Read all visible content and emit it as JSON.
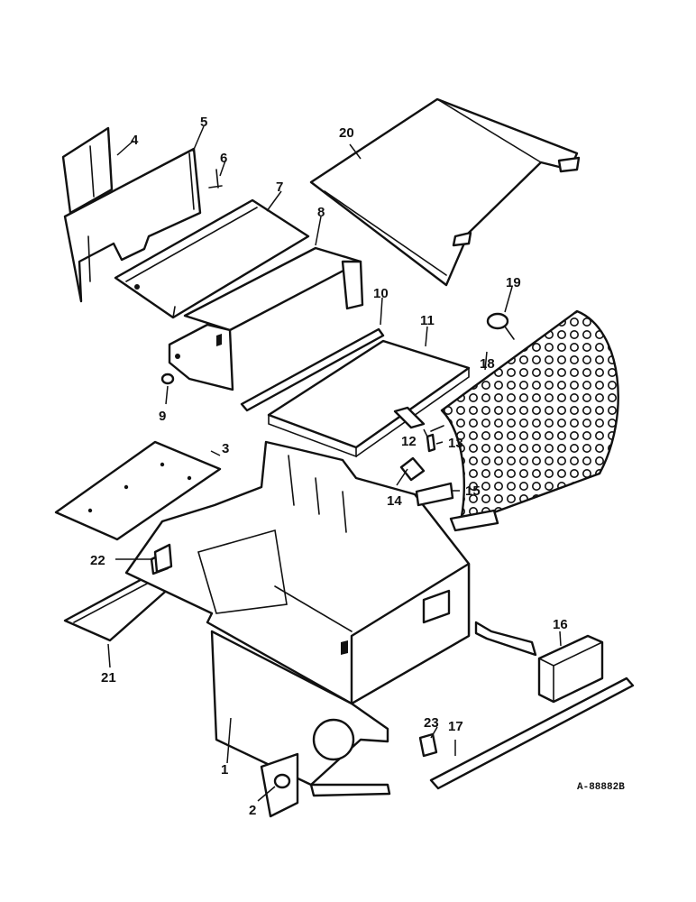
{
  "callouts": [
    "1",
    "2",
    "3",
    "4",
    "5",
    "6",
    "7",
    "8",
    "9",
    "10",
    "11",
    "12",
    "13",
    "14",
    "15",
    "16",
    "17",
    "18",
    "19",
    "20",
    "21",
    "22",
    "23"
  ],
  "drawing_number": "A-88882B",
  "colors": {
    "ink": "#111111",
    "paper": "#ffffff"
  }
}
